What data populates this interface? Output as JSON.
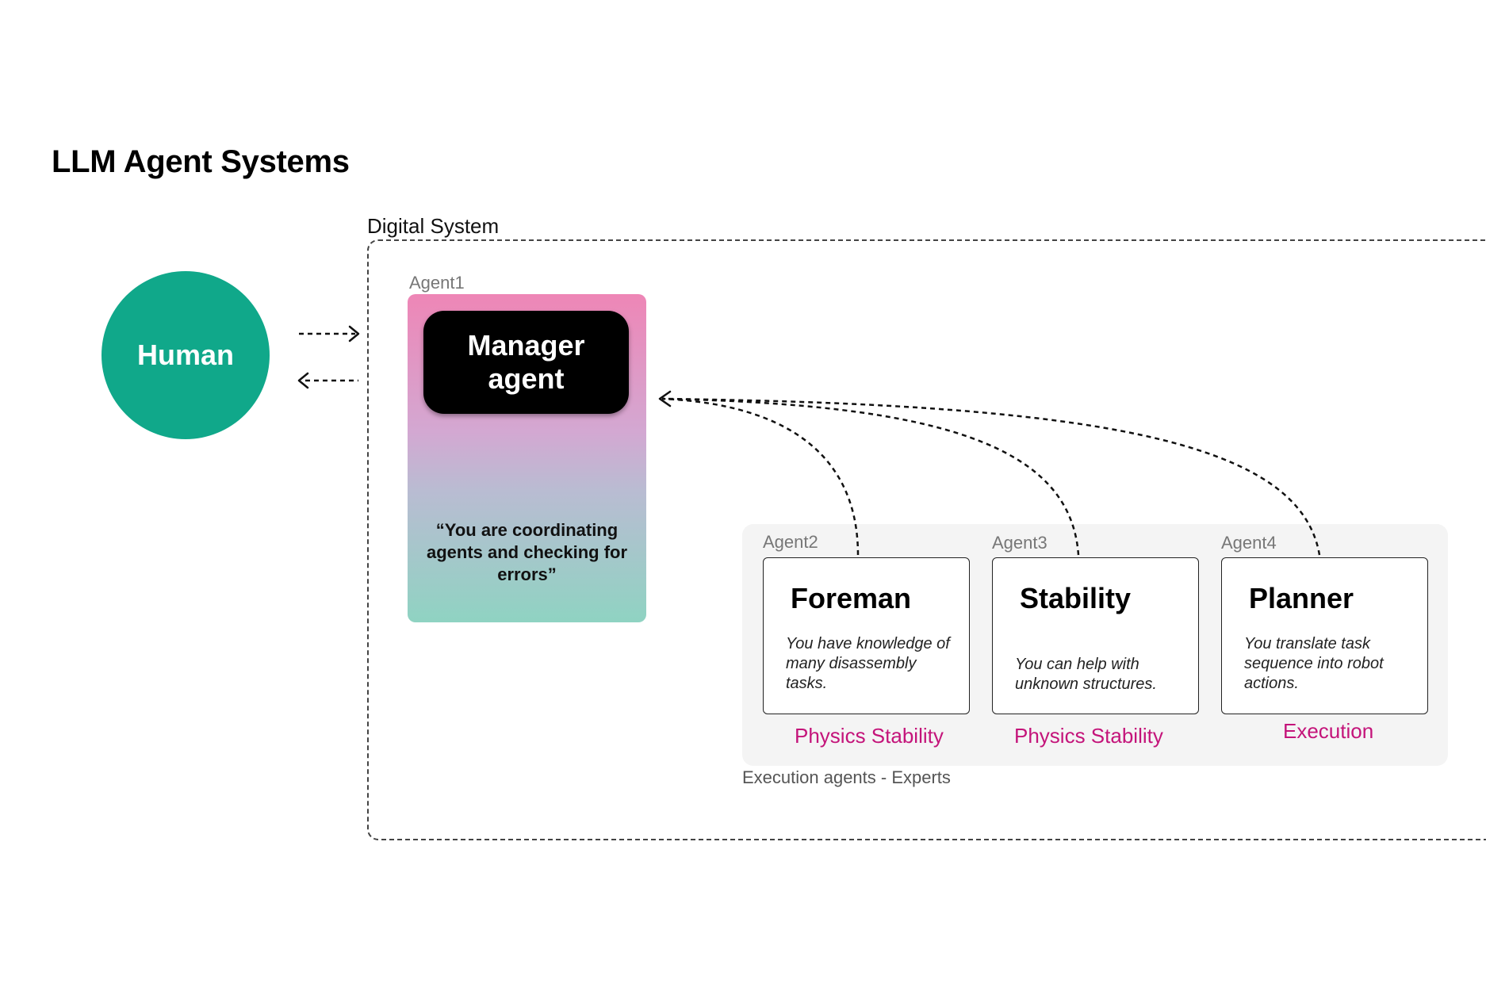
{
  "title": "LLM Agent Systems",
  "human": {
    "label": "Human"
  },
  "digital_system": {
    "label": "Digital System"
  },
  "manager": {
    "tag": "Agent1",
    "name": "Manager agent",
    "quote": "“You are coordinating agents and checking for errors”"
  },
  "experts": {
    "group_label": "Execution agents - Experts",
    "agents": [
      {
        "tag": "Agent2",
        "name": "Foreman",
        "description": "You have knowledge of many disassembly tasks.",
        "category": "Physics Stability"
      },
      {
        "tag": "Agent3",
        "name": "Stability",
        "description": "You can help with unknown structures.",
        "category": "Physics Stability"
      },
      {
        "tag": "Agent4",
        "name": "Planner",
        "description": "You translate task sequence into robot actions.",
        "category": "Execution"
      }
    ]
  },
  "colors": {
    "human": "#10a88a",
    "category_text": "#c4147a",
    "manager_gradient_top": "#ee86b6",
    "manager_gradient_bottom": "#8fd3c2"
  }
}
